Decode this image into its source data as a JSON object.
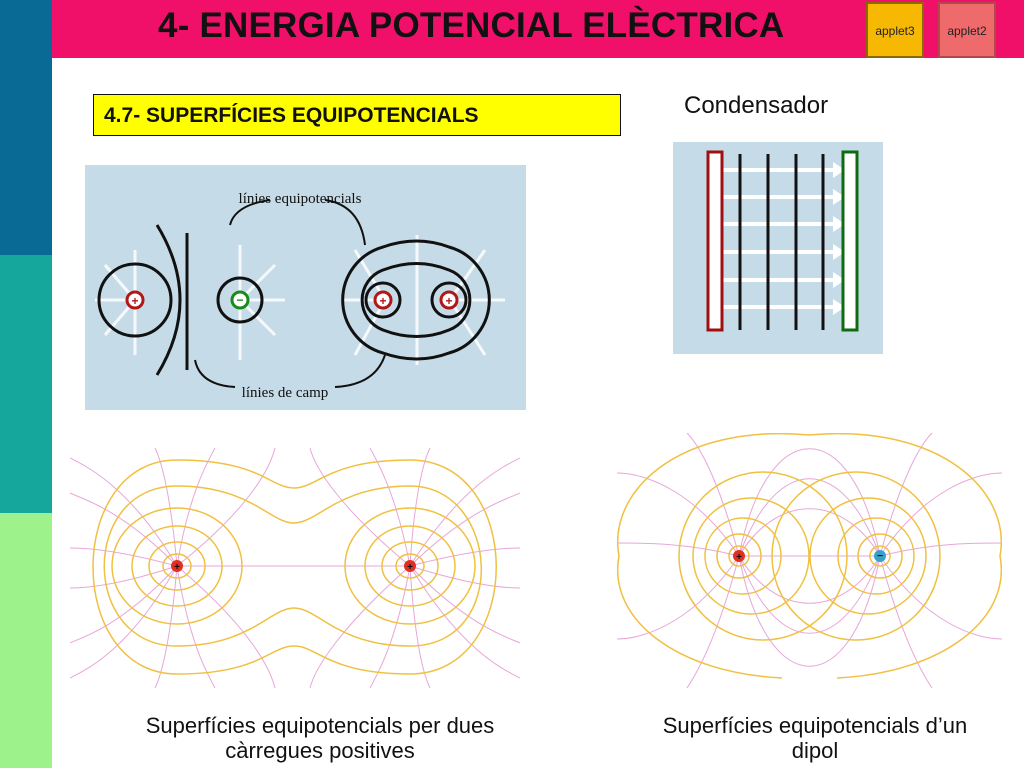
{
  "header": {
    "title": "4- ENERGIA POTENCIAL ELÈCTRICA",
    "applet3_label": "applet3",
    "applet2_label": "applet2",
    "bar_color": "#f0106a"
  },
  "section": {
    "subtitle": "4.7- SUPERFÍCIES EQUIPOTENCIALS"
  },
  "textbook_figure": {
    "label_top": "línies equipotencials",
    "label_bottom": "línies de camp"
  },
  "capacitor": {
    "label": "Condensador"
  },
  "captions": {
    "left_line1": "Superfícies equipotencials per dues",
    "left_line2": "càrregues positives",
    "right_line1": "Superfícies equipotencials d’un",
    "right_line2": "dipol"
  }
}
